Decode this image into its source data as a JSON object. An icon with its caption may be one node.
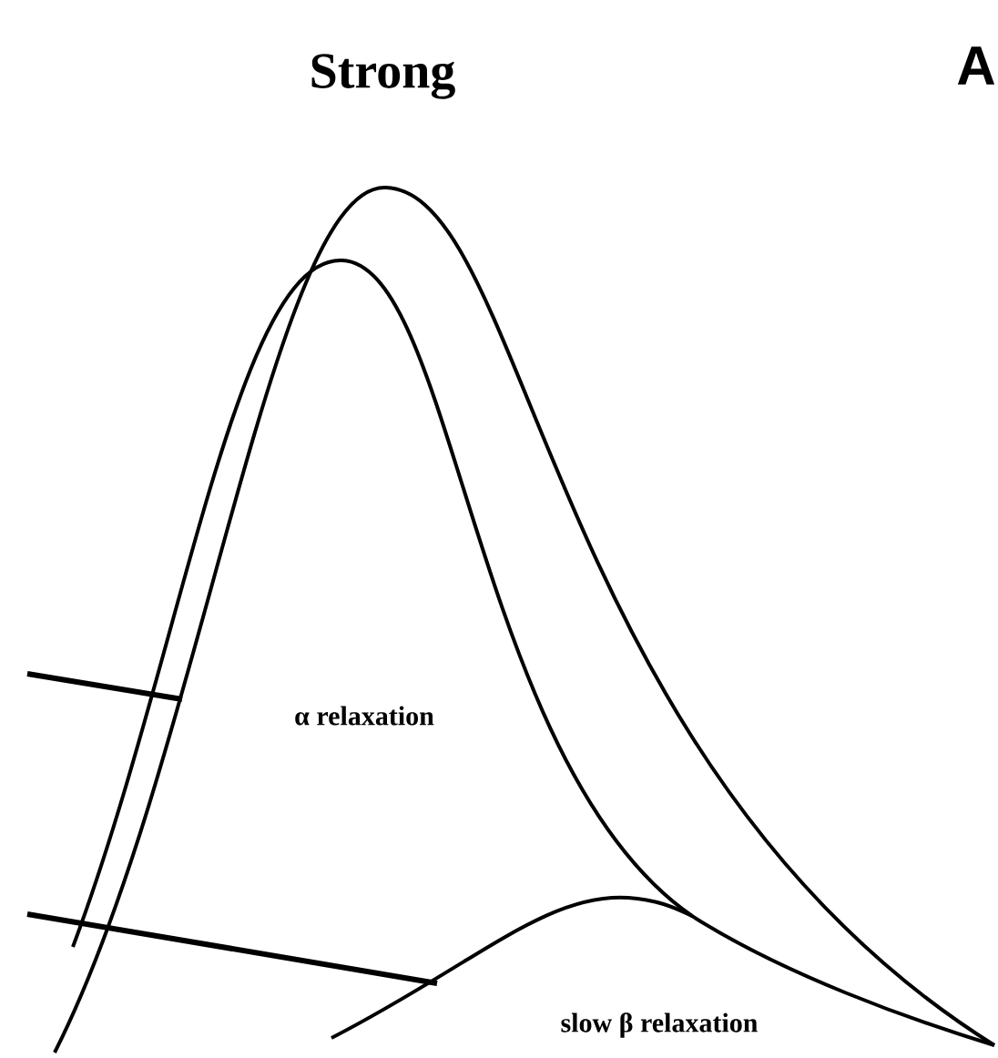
{
  "diagram": {
    "title": "Strong",
    "labels": [
      "A",
      "α relaxation",
      "slow β relaxation"
    ]
  }
}
